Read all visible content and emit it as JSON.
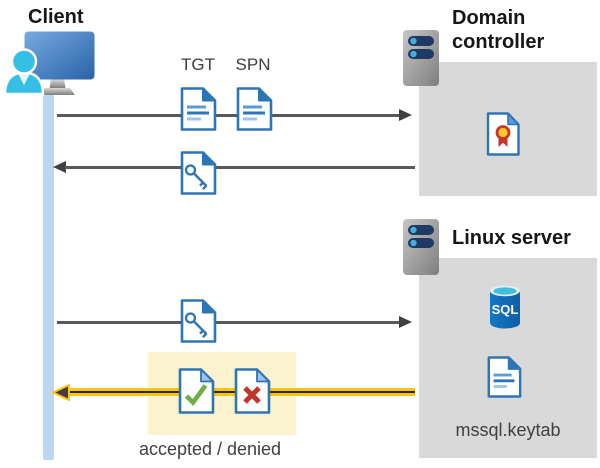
{
  "client": {
    "label": "Client"
  },
  "domain_controller": {
    "label": "Domain controller"
  },
  "linux_server": {
    "label": "Linux server",
    "sql_badge": "SQL",
    "keytab_label": "mssql.keytab"
  },
  "tickets": {
    "tgt_label": "TGT",
    "spn_label": "SPN"
  },
  "result": {
    "label": "accepted / denied"
  },
  "icons": {
    "client_icon": "user-at-monitor",
    "server_icon": "server-rack",
    "tgt_doc_icon": "document-with-lines",
    "spn_doc_icon": "document-with-lines",
    "key_ticket_icon": "document-with-key",
    "certificate_icon": "document-with-certificate-seal",
    "sql_icon": "sql-database-cylinder",
    "keytab_doc_icon": "document-with-lines",
    "accepted_icon": "document-with-green-check",
    "denied_icon": "document-with-red-x"
  },
  "colors": {
    "doc_blue": "#2e75b6",
    "doc_blue_light": "#9dc3e6",
    "timeline_blue": "#bcd7f1",
    "panel_gray": "#d9d9d9",
    "arrow_gray": "#404040",
    "highlight_yellow": "#ffc60b",
    "highlight_box": "#fbf3ce",
    "accepted_green": "#6fae44",
    "denied_red": "#c3342b",
    "sql_blue": "#1068b5",
    "person_cyan": "#35bfe5",
    "server_pill_navy": "#1f3864"
  }
}
